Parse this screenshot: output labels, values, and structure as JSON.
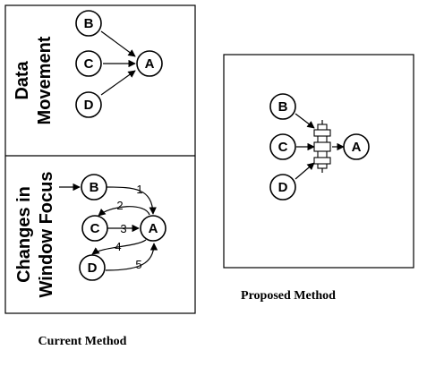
{
  "panels": {
    "data_movement_title": [
      "Data",
      "Movement"
    ],
    "window_focus_title": [
      "Changes in",
      "Window Focus"
    ]
  },
  "nodes": {
    "b": "B",
    "c": "C",
    "d": "D",
    "a": "A"
  },
  "edge_labels": [
    "1",
    "2",
    "3",
    "4",
    "5"
  ],
  "captions": {
    "current": "Current Method",
    "proposed": "Proposed Method"
  },
  "colors": {
    "stroke": "#000000",
    "background": "#ffffff"
  }
}
